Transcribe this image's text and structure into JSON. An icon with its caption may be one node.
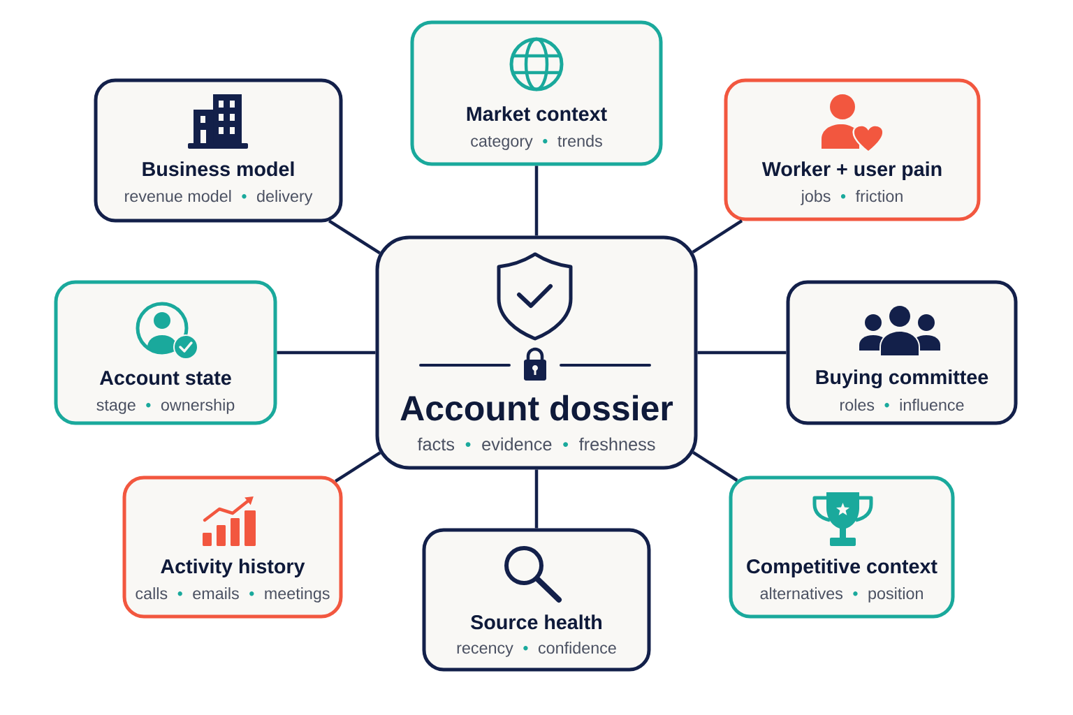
{
  "diagram": {
    "nodes": [
      {
        "text": [
          "Business model",
          "revenue model • delivery"
        ]
      },
      {
        "text": [
          "Market context",
          "category • trends"
        ]
      },
      {
        "text": [
          "Worker + user pain",
          "jobs • friction"
        ]
      },
      {
        "text": [
          "Account state",
          "stage • ownership"
        ]
      },
      {
        "text": [
          "Account dossier",
          "facts • evidence • freshness"
        ]
      },
      {
        "text": [
          "Buying committee",
          "roles • influence"
        ]
      },
      {
        "text": [
          "Activity history",
          "calls • emails • meetings"
        ]
      },
      {
        "text": [
          "Source health",
          "recency • confidence"
        ]
      },
      {
        "text": [
          "Competitive context",
          "alternatives • position"
        ]
      }
    ],
    "edges": [
      {
        "from": 4,
        "to": 0,
        "arrow": "none"
      },
      {
        "from": 4,
        "to": 1,
        "arrow": "none"
      },
      {
        "from": 4,
        "to": 2,
        "arrow": "none"
      },
      {
        "from": 4,
        "to": 3,
        "arrow": "none"
      },
      {
        "from": 4,
        "to": 5,
        "arrow": "none"
      },
      {
        "from": 4,
        "to": 6,
        "arrow": "none"
      },
      {
        "from": 4,
        "to": 7,
        "arrow": "none"
      },
      {
        "from": 4,
        "to": 8,
        "arrow": "none"
      }
    ]
  }
}
